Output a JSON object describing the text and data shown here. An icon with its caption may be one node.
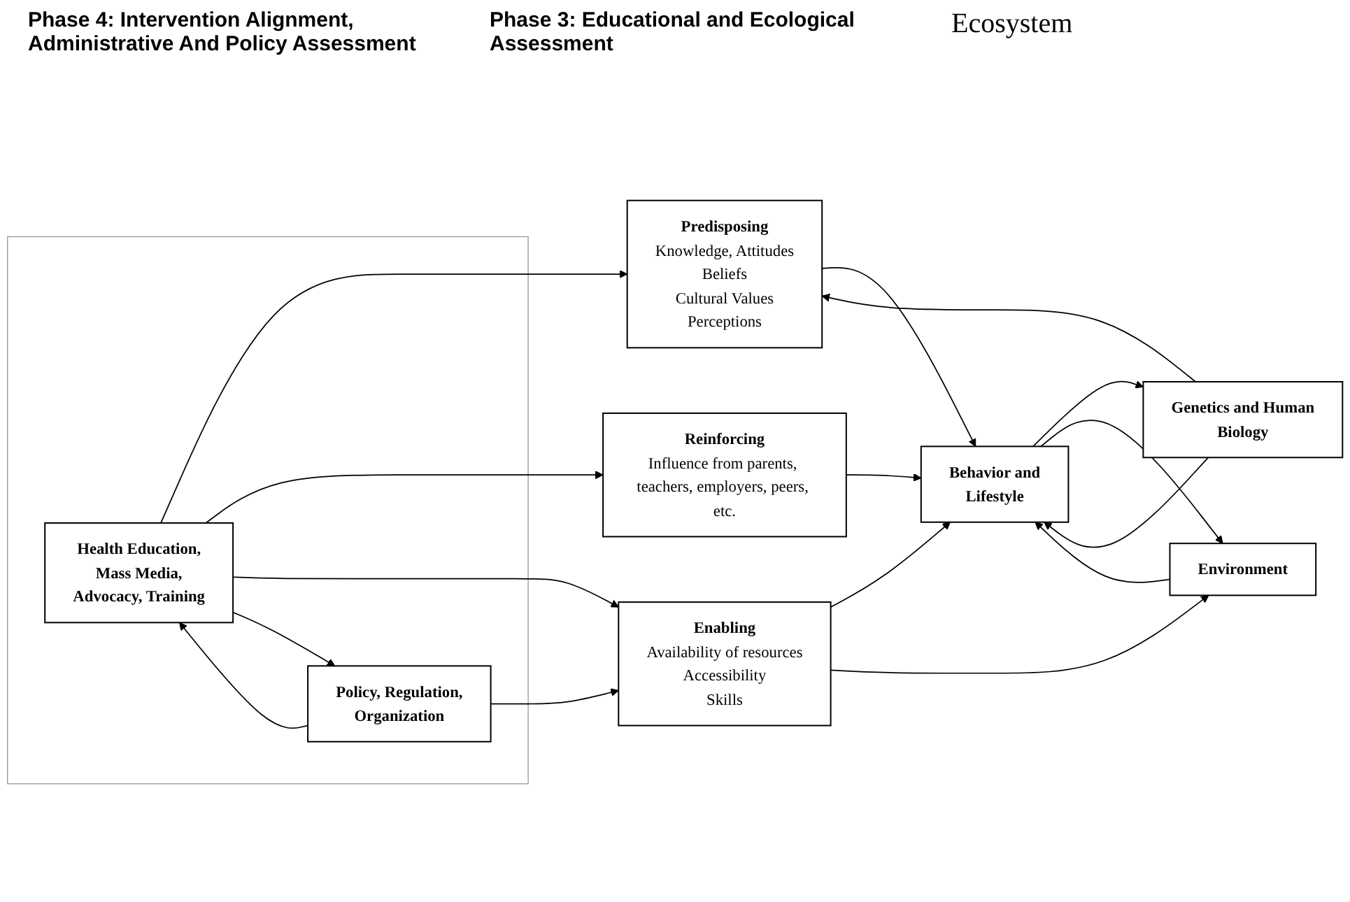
{
  "diagram": {
    "nodes": [
      {
        "text": [],
        "shape": "box"
      },
      {
        "text": [
          "Health Education, Mass Media, Advocacy, Training"
        ],
        "in": 0
      },
      {
        "text": [
          "Policy, Regulation, Organization"
        ],
        "in": 0
      },
      {
        "text": [
          "Predisposing",
          "Knowledge, Attitudes",
          "Beliefs",
          "Cultural Values",
          "Perceptions"
        ]
      },
      {
        "text": [
          "Reinforcing",
          "Influence from parents, teachers, employers, peers, etc."
        ]
      },
      {
        "text": [
          "Enabling",
          "Availability of resources",
          "Accessibility",
          "Skills"
        ]
      },
      {
        "text": [
          "Genetics and Human Biology"
        ]
      },
      {
        "text": [
          "Behavior and Lifestyle"
        ]
      },
      {
        "text": [
          "Environment"
        ]
      }
    ],
    "edges": [
      {
        "from": 1,
        "to": 3,
        "arrow": "to"
      },
      {
        "from": 1,
        "to": 4,
        "arrow": "to"
      },
      {
        "from": 1,
        "to": 5,
        "arrow": "to"
      },
      {
        "from": 1,
        "to": 2,
        "arrow": "to"
      },
      {
        "from": 2,
        "to": 1,
        "arrow": "to"
      },
      {
        "from": 2,
        "to": 5,
        "arrow": "to"
      },
      {
        "from": 6,
        "to": 3,
        "arrow": "to"
      },
      {
        "from": 3,
        "to": 7,
        "arrow": "to"
      },
      {
        "from": 4,
        "to": 7,
        "arrow": "to"
      },
      {
        "from": 5,
        "to": 7,
        "arrow": "to"
      },
      {
        "from": 5,
        "to": 8,
        "arrow": "to"
      },
      {
        "from": 6,
        "to": 7,
        "arrow": "to"
      },
      {
        "from": 7,
        "to": 6,
        "arrow": "to"
      },
      {
        "from": 7,
        "to": 8,
        "arrow": "to"
      },
      {
        "from": 8,
        "to": 7,
        "arrow": "to"
      }
    ],
    "labels": [
      "Phase 4: Intervention Alignment, Administrative And Policy Assessment",
      "Phase 3: Educational and Ecological Assessment",
      "Ecosystem"
    ]
  }
}
